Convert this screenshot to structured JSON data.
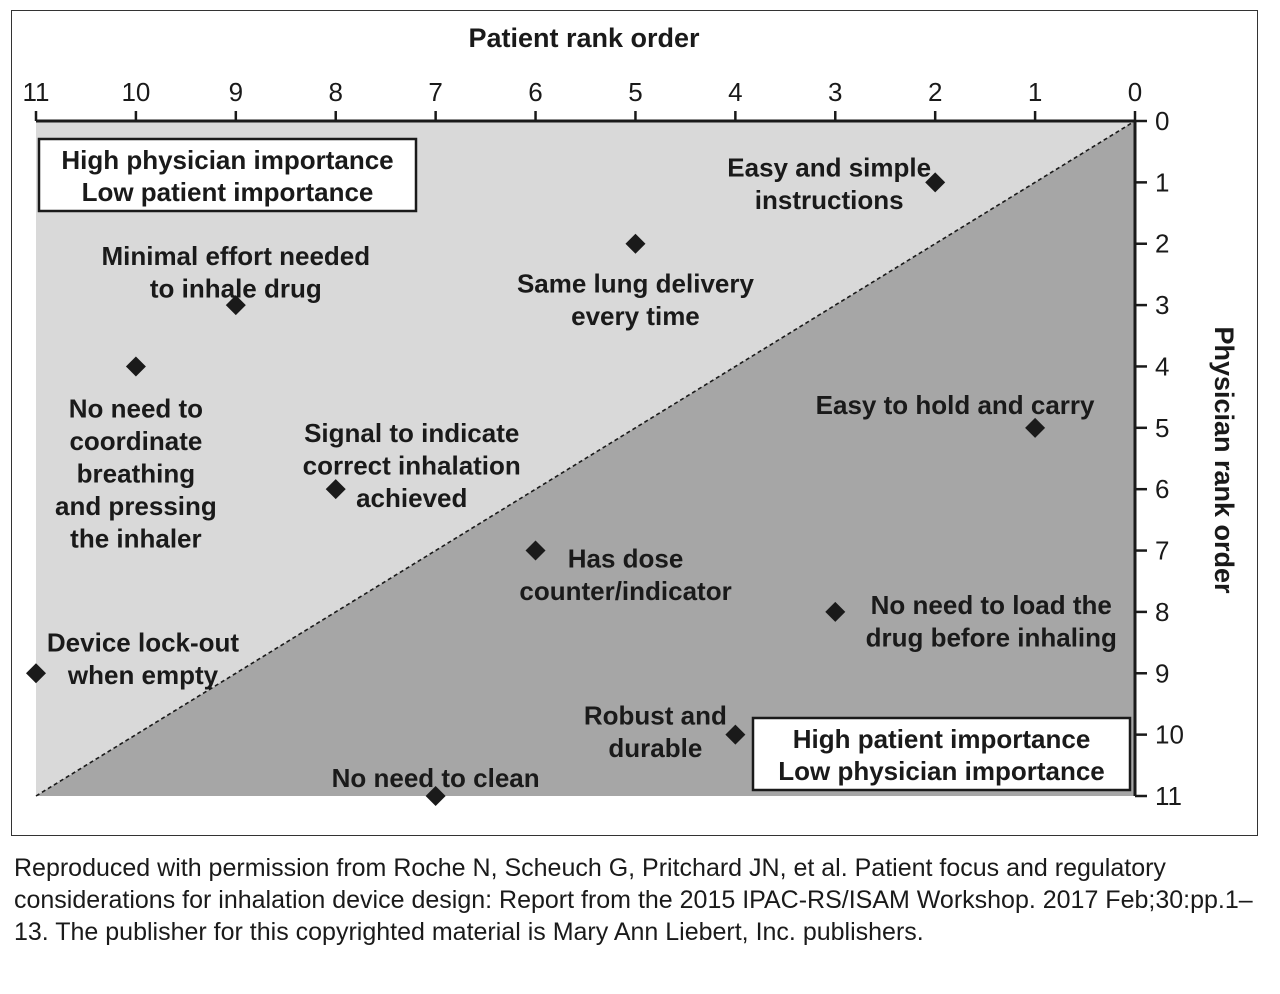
{
  "chart_data": {
    "type": "scatter",
    "xlabel": "Patient rank order",
    "ylabel": "Physician rank order",
    "xlim": [
      11,
      0
    ],
    "ylim": [
      0,
      11
    ],
    "x_ticks": [
      "11",
      "10",
      "9",
      "8",
      "7",
      "6",
      "5",
      "4",
      "3",
      "2",
      "1",
      "0"
    ],
    "y_ticks": [
      "0",
      "1",
      "2",
      "3",
      "4",
      "5",
      "6",
      "7",
      "8",
      "9",
      "10",
      "11"
    ],
    "x_axis_position": "top",
    "y_axis_position": "right",
    "grid": false,
    "diagonal": "dashed line from (11, 11) to (0, 0)",
    "region_upper_left": [
      "High physician importance",
      "Low patient importance"
    ],
    "region_lower_right": [
      "High patient importance",
      "Low physician importance"
    ],
    "colors": {
      "upper_left_fill": "#d9d9d9",
      "lower_right_fill": "#a6a6a6",
      "marker": "#1a1a1a"
    },
    "points": [
      {
        "x": 2,
        "y": 1,
        "label": [
          "Easy and simple",
          "instructions"
        ]
      },
      {
        "x": 5,
        "y": 2,
        "label": [
          "Same lung delivery",
          "every time"
        ]
      },
      {
        "x": 9,
        "y": 3,
        "label": [
          "Minimal effort needed",
          "to inhale drug"
        ]
      },
      {
        "x": 10,
        "y": 4,
        "label": [
          "No need to",
          "coordinate",
          "breathing",
          "and pressing",
          "the inhaler"
        ]
      },
      {
        "x": 1,
        "y": 5,
        "label": [
          "Easy to hold and carry"
        ]
      },
      {
        "x": 8,
        "y": 6,
        "label": [
          "Signal to indicate",
          "correct inhalation",
          "achieved"
        ]
      },
      {
        "x": 6,
        "y": 7,
        "label": [
          "Has dose",
          "counter/indicator"
        ]
      },
      {
        "x": 3,
        "y": 8,
        "label": [
          "No need to load the",
          "drug before inhaling"
        ]
      },
      {
        "x": 11,
        "y": 9,
        "label": [
          "Device lock-out",
          "when empty"
        ]
      },
      {
        "x": 4,
        "y": 10,
        "label": [
          "Robust and",
          "durable"
        ]
      },
      {
        "x": 7,
        "y": 11,
        "label": [
          "No need to clean"
        ]
      }
    ]
  },
  "caption": "Reproduced with permission from Roche N, Scheuch G, Pritchard JN, et al. Patient focus and regulatory considerations for inhalation device design: Report from the 2015 IPAC-RS/ISAM Workshop. 2017 Feb;30:pp.1–13. The publisher for this copyrighted material is Mary Ann Liebert, Inc. publishers."
}
